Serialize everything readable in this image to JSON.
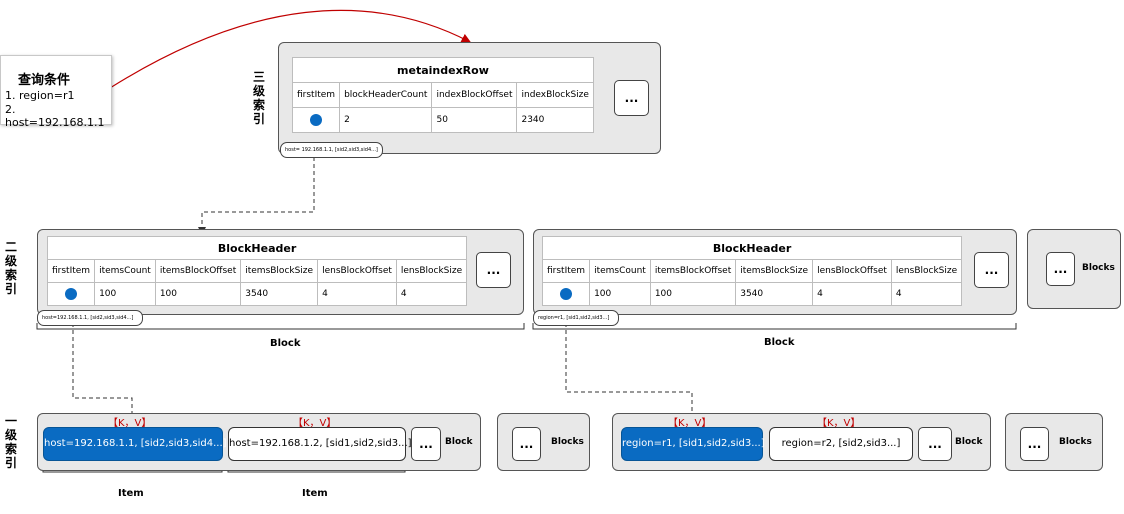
{
  "query": {
    "title": "查询条件",
    "lines": [
      "1. region=r1",
      "2. host=192.168.1.1"
    ]
  },
  "levels": {
    "third": [
      "三",
      "级",
      "索",
      "引"
    ],
    "second": [
      "二",
      "级",
      "索",
      "引"
    ],
    "first": [
      "一",
      "级",
      "索",
      "引"
    ]
  },
  "meta_table": {
    "title": "metaindexRow",
    "headers": [
      "firstItem",
      "blockHeaderCount",
      "indexBlockOffset",
      "indexBlockSize"
    ],
    "values": [
      "",
      "2",
      "50",
      "2340"
    ],
    "pill": "host= 192.168.1.1, [sid2,sid3,sid4...]"
  },
  "block_header_left": {
    "title": "BlockHeader",
    "headers": [
      "firstItem",
      "itemsCount",
      "itemsBlockOffset",
      "itemsBlockSize",
      "lensBlockOffset",
      "lensBlockSize"
    ],
    "values": [
      "",
      "100",
      "100",
      "3540",
      "4",
      "4"
    ],
    "pill": "host=192.168.1.1, [sid2,sid3,sid4...]"
  },
  "block_header_right": {
    "title": "BlockHeader",
    "headers": [
      "firstItem",
      "itemsCount",
      "itemsBlockOffset",
      "itemsBlockSize",
      "lensBlockOffset",
      "lensBlockSize"
    ],
    "values": [
      "",
      "100",
      "100",
      "3540",
      "4",
      "4"
    ],
    "pill": "region=r1, [sid1,sid2,sid3...]"
  },
  "common": {
    "ellipsis": "...",
    "blocks": "Blocks",
    "block": "Block",
    "item": "Item",
    "kv": "【K，V】"
  },
  "items": {
    "left_1": "host=192.168.1.1, [sid2,sid3,sid4...]",
    "left_2": "host=192.168.1.2, [sid1,sid2,sid3...]",
    "right_1": "region=r1, [sid1,sid2,sid3...]",
    "right_2": "region=r2, [sid2,sid3...]"
  },
  "colors": {
    "accent_blue": "#0a6bc2",
    "arrow_red": "#c00000",
    "kv_red": "#c00000",
    "panel_gray": "#e8e8e8"
  }
}
